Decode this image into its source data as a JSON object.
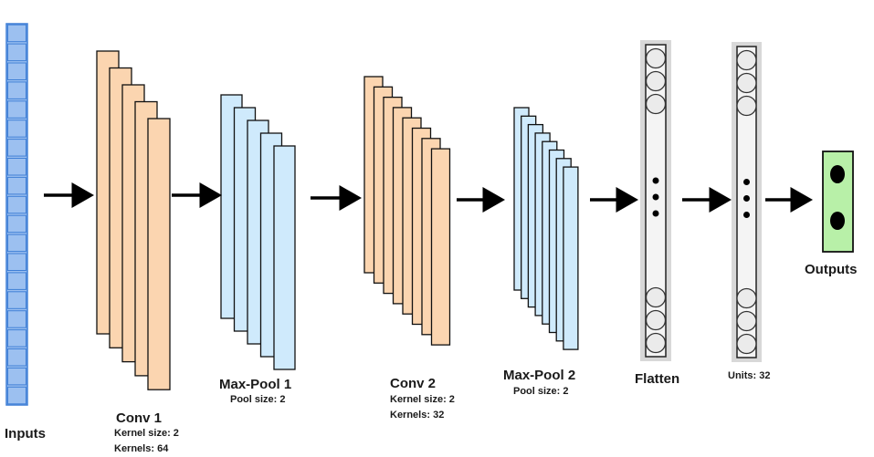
{
  "labels": {
    "inputs": "Inputs",
    "conv1": {
      "title": "Conv 1",
      "line1": "Kernel size: 2",
      "line2": "Kernels: 64"
    },
    "maxpool1": {
      "title": "Max-Pool 1",
      "line1": "Pool size: 2"
    },
    "conv2": {
      "title": "Conv 2",
      "line1": "Kernel size: 2",
      "line2": "Kernels: 32"
    },
    "maxpool2": {
      "title": "Max-Pool 2",
      "line1": "Pool size: 2"
    },
    "flatten": {
      "title": "Flatten"
    },
    "dense": {
      "line1": "Units: 32"
    },
    "outputs": "Outputs"
  },
  "colors": {
    "input_fill": "#9cc0f0",
    "input_stroke": "#3f7fd6",
    "conv_fill": "#fbd5b0",
    "pool_fill": "#cfeafc",
    "column_fill": "#d8d8d8",
    "output_fill": "#b8f0a8",
    "arrow": "#000000"
  },
  "structure": {
    "input_cells": 20,
    "conv1_maps": 5,
    "maxpool1_maps": 5,
    "conv2_maps": 8,
    "maxpool2_maps": 8,
    "column_top_neurons": 3,
    "column_bottom_neurons": 3,
    "output_neurons": 2
  }
}
